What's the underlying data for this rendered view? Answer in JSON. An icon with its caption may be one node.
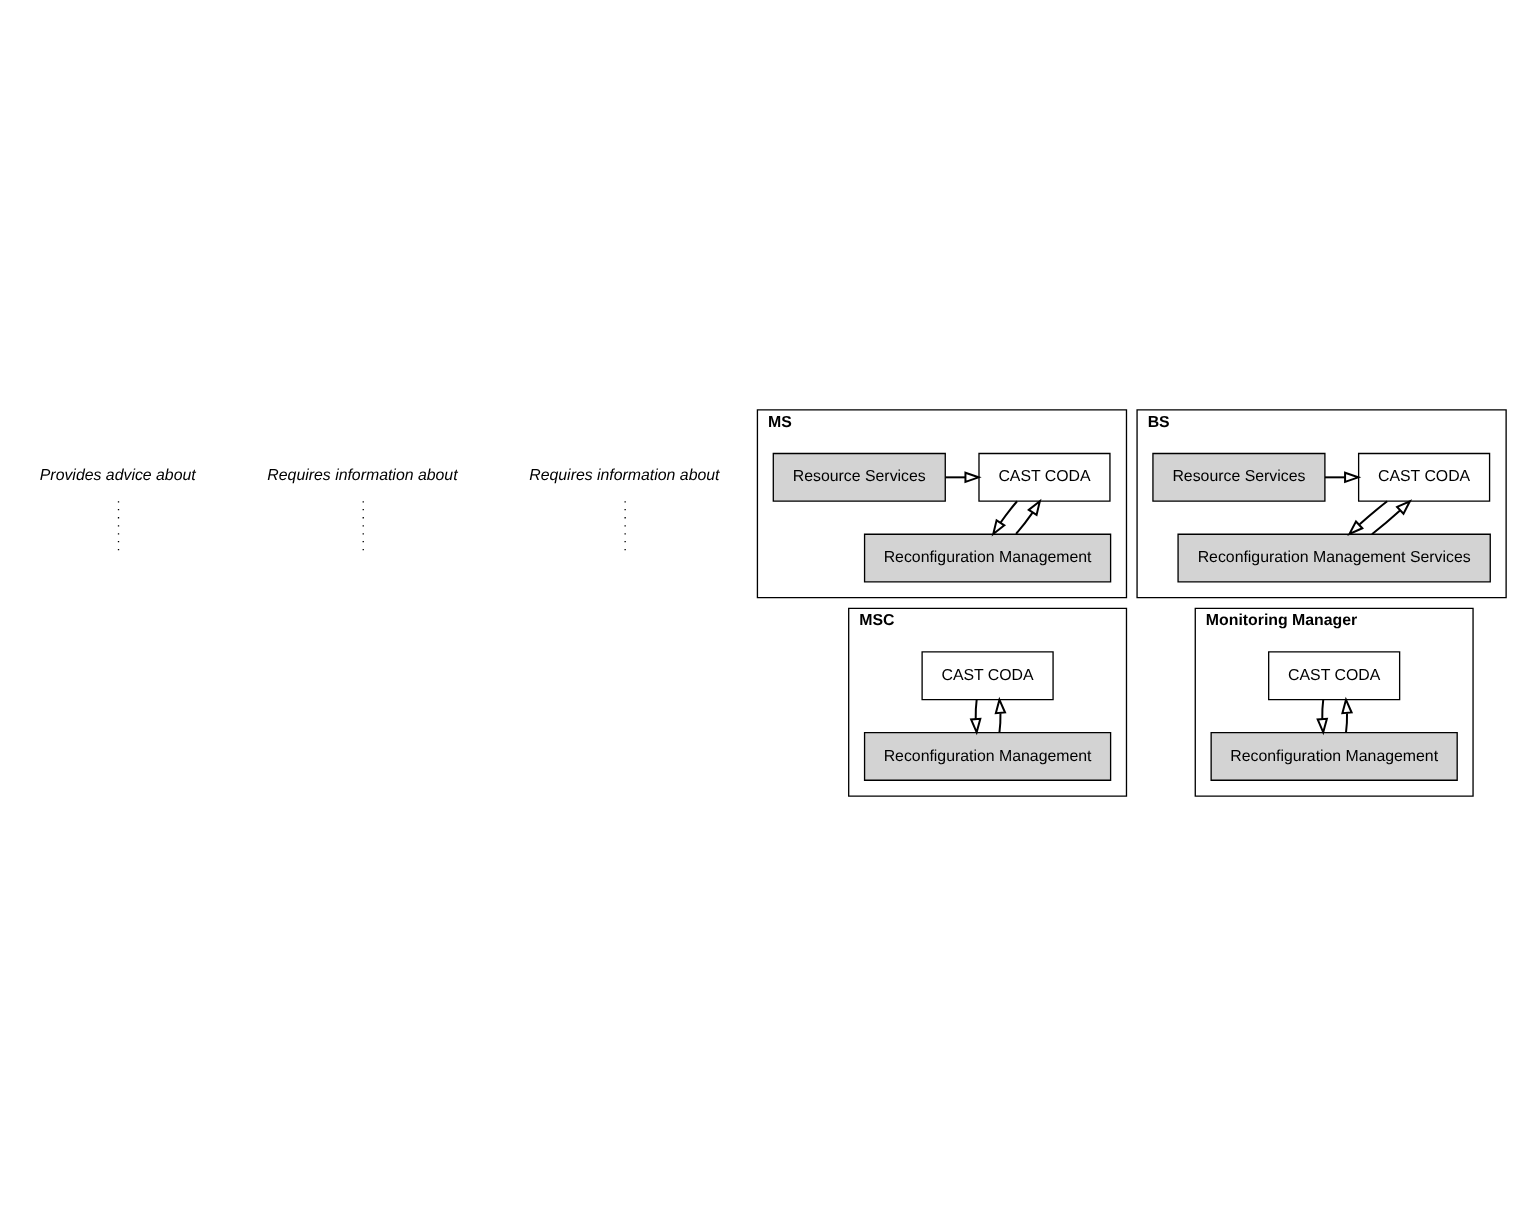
{
  "diagram": {
    "nodes": [
      {
        "text": [
          "Provides advice about"
        ]
      },
      {
        "text": [
          "Requires information about"
        ]
      },
      {
        "text": [
          "Requires information about"
        ]
      },
      {
        "text": [
          "MS"
        ]
      },
      {
        "text": [
          "CAST CODA"
        ],
        "in": 3
      },
      {
        "text": [
          "Reconfiguration Management"
        ],
        "in": 3
      },
      {
        "text": [
          "Resource Services"
        ],
        "in": 3
      },
      {
        "text": [
          "BS"
        ]
      },
      {
        "text": [
          "CAST CODA"
        ],
        "in": 7
      },
      {
        "text": [
          "Reconfiguration Management Services"
        ],
        "in": 7
      },
      {
        "text": [
          "Resource Services"
        ],
        "in": 7
      },
      {
        "text": [
          "MSC"
        ]
      },
      {
        "text": [
          "CAST CODA"
        ],
        "in": 11
      },
      {
        "text": [
          "Reconfiguration Management"
        ],
        "in": 11
      },
      {
        "text": [
          "Monitoring Manager"
        ]
      },
      {
        "text": [
          "CAST CODA"
        ],
        "in": 14
      },
      {
        "text": [
          "Reconfiguration Management"
        ],
        "in": 14
      }
    ],
    "edges": [
      {
        "from": 0,
        "to": null,
        "arrow": "none",
        "style": "dashed"
      },
      {
        "from": 1,
        "to": null,
        "arrow": "none",
        "style": "dashed"
      },
      {
        "from": 2,
        "to": null,
        "arrow": "none",
        "style": "dashed"
      },
      {
        "from": 4,
        "to": 5,
        "arrow": "to"
      },
      {
        "from": 5,
        "to": 4,
        "arrow": "to"
      },
      {
        "from": 6,
        "to": 4,
        "arrow": "to"
      },
      {
        "from": 8,
        "to": 9,
        "arrow": "to"
      },
      {
        "from": 9,
        "to": 8,
        "arrow": "to"
      },
      {
        "from": 10,
        "to": 8,
        "arrow": "to"
      },
      {
        "from": 12,
        "to": 13,
        "arrow": "to"
      },
      {
        "from": 13,
        "to": 12,
        "arrow": "to"
      },
      {
        "from": 15,
        "to": 16,
        "arrow": "to"
      },
      {
        "from": 16,
        "to": 15,
        "arrow": "to"
      }
    ]
  }
}
